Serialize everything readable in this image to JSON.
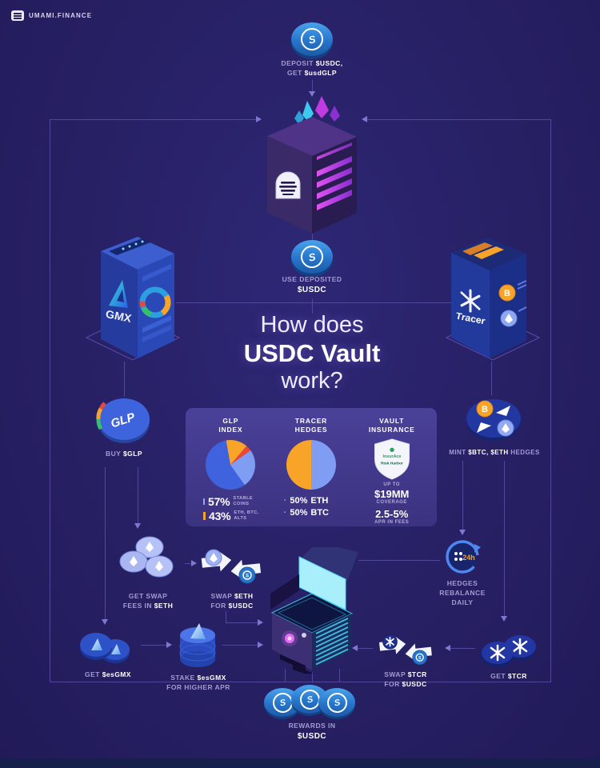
{
  "brand": {
    "name": "UMAMI.FINANCE"
  },
  "title": {
    "l1": "How does",
    "l2": "USDC Vault",
    "l3": "work?"
  },
  "towers": {
    "left_logo": "GMX",
    "right_logo": "Tracer"
  },
  "coins": {
    "glp": "GLP"
  },
  "nodes": {
    "deposit": {
      "l1_pre": "DEPOSIT ",
      "l1_strong": "$USDC,",
      "l2_pre": "GET ",
      "l2_strong": "$usdGLP"
    },
    "use_deposited": {
      "l1": "USE DEPOSITED",
      "l2": "$USDC"
    },
    "buy_glp": {
      "pre": "BUY ",
      "strong": "$GLP"
    },
    "mint_hedges": {
      "pre": "MINT ",
      "strong": "$BTC, $ETH",
      "post": " HEDGES"
    },
    "swap_fees": {
      "l1": "GET SWAP",
      "l2_pre": "FEES IN ",
      "l2_strong": "$ETH"
    },
    "swap_eth": {
      "l1_pre": "SWAP ",
      "l1_strong": "$ETH",
      "l2_pre": "FOR ",
      "l2_strong": "$USDC"
    },
    "hedges": {
      "l1": "HEDGES",
      "l2": "REBALANCE",
      "l3": "DAILY",
      "badge": "24h"
    },
    "get_esgmx": {
      "pre": "GET ",
      "strong": "$esGMX"
    },
    "stake": {
      "l1_pre": "STAKE ",
      "l1_strong": "$esGMX",
      "l2": "FOR HIGHER APR"
    },
    "swap_tcr": {
      "l1_pre": "SWAP ",
      "l1_strong": "$TCR",
      "l2_pre": "FOR ",
      "l2_strong": "$USDC"
    },
    "get_tcr": {
      "pre": "GET ",
      "strong": "$TCR"
    },
    "rewards": {
      "l1": "REWARDS IN",
      "l2": "$USDC"
    }
  },
  "panel": {
    "columns": [
      {
        "id": "glp-index",
        "title1": "GLP",
        "title2": "INDEX",
        "pie": {
          "type": "pie",
          "slices": [
            {
              "label": "BTC",
              "value": 14,
              "color": "#f7a428"
            },
            {
              "label": "ALTS",
              "value": 4,
              "color": "#e8483a"
            },
            {
              "label": "ETH",
              "value": 25,
              "color": "#7f9df2"
            },
            {
              "label": "STABLE COINS",
              "value": 57,
              "color": "#3f63de"
            }
          ]
        },
        "stats": [
          {
            "value": "57%",
            "label1": "STABLE",
            "label2": "COINS"
          },
          {
            "value": "43%",
            "label1": "ETH, BTC,",
            "label2": "ALTS"
          }
        ]
      },
      {
        "id": "tracer-hedges",
        "title1": "TRACER",
        "title2": "HEDGES",
        "pie": {
          "type": "pie",
          "slices": [
            {
              "label": "ETH",
              "value": 50,
              "color": "#f7a428"
            },
            {
              "label": "BTC",
              "value": 50,
              "color": "#7f9df2"
            }
          ]
        },
        "stats": [
          {
            "bullet": "·",
            "value": "50%",
            "label": "ETH"
          },
          {
            "bullet": "·",
            "value": "50%",
            "label": "BTC"
          }
        ]
      },
      {
        "id": "vault-insurance",
        "title1": "VAULT",
        "title2": "INSURANCE",
        "shield_line1": "InsurAce",
        "shield_line2": "Risk Harbor",
        "up_to": "UP TO",
        "coverage_value": "$19MM",
        "coverage_label": "COVERAGE",
        "apr_value": "2.5-5%",
        "apr_label": "APR IN FEES"
      }
    ]
  },
  "chart_data": [
    {
      "type": "pie",
      "title": "GLP INDEX",
      "labels": [
        "STABLE COINS",
        "ETH",
        "BTC",
        "ALTS"
      ],
      "values": [
        57,
        25,
        14,
        4
      ],
      "colors": [
        "#3f63de",
        "#7f9df2",
        "#f7a428",
        "#e8483a"
      ],
      "annotations": [
        "57% STABLE COINS",
        "43% ETH, BTC, ALTS"
      ]
    },
    {
      "type": "pie",
      "title": "TRACER HEDGES",
      "labels": [
        "ETH",
        "BTC"
      ],
      "values": [
        50,
        50
      ],
      "colors": [
        "#f7a428",
        "#7f9df2"
      ],
      "annotations": [
        "50% ETH",
        "50% BTC"
      ]
    }
  ],
  "colors": {
    "background": "#272064",
    "connector": "#51479b",
    "panel": "#433a86",
    "usdc_blue": "#2775ca",
    "accent_orange": "#f7a428",
    "accent_magenta": "#c03be0",
    "pie_blue": "#3f63de",
    "pie_light_blue": "#7f9df2",
    "pie_red": "#e8483a"
  }
}
